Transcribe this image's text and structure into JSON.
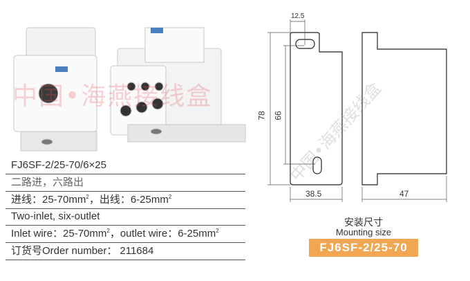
{
  "watermark": "中国•海燕接线盒",
  "specs": {
    "model": "FJ6SF-2/25-70/6×25",
    "desc_cn": "二路进，六路出",
    "wire_cn_in_label": "进线：25-70mm",
    "wire_cn_out_label": "，出线：6-25mm",
    "desc_en": "Two-inlet, six-outlet",
    "wire_en_in_label": "Inlet wire：25-70mm",
    "wire_en_out_label": "，outlet wire：6-25mm",
    "superscript": "2",
    "order_label": "订货号Order number：",
    "order_number": "211684"
  },
  "drawing": {
    "dim_top": "12.5",
    "dim_height": "78",
    "dim_hole_spacing": "66",
    "dim_width": "38.5",
    "dim_depth": "47"
  },
  "caption": {
    "title_cn": "安装尺寸",
    "title_en": "Mounting size",
    "model_badge": "FJ6SF-2/25-70"
  },
  "colors": {
    "badge": "#f0a652",
    "watermark": "#e65050"
  }
}
